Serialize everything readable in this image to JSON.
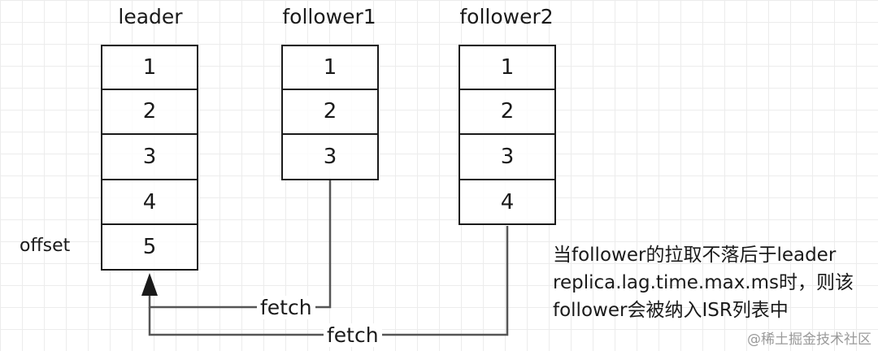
{
  "replicas": [
    {
      "name": "leader",
      "offsets": [
        "1",
        "2",
        "3",
        "4",
        "5"
      ]
    },
    {
      "name": "follower1",
      "offsets": [
        "1",
        "2",
        "3"
      ]
    },
    {
      "name": "follower2",
      "offsets": [
        "1",
        "2",
        "3",
        "4"
      ]
    }
  ],
  "offset_label": "offset",
  "fetch_labels": [
    "fetch",
    "fetch"
  ],
  "note_lines": [
    "当follower的拉取不落后于leader",
    "replica.lag.time.max.ms时，则该",
    "follower会被纳入ISR列表中"
  ],
  "watermark": "@稀土掘金技术社区"
}
